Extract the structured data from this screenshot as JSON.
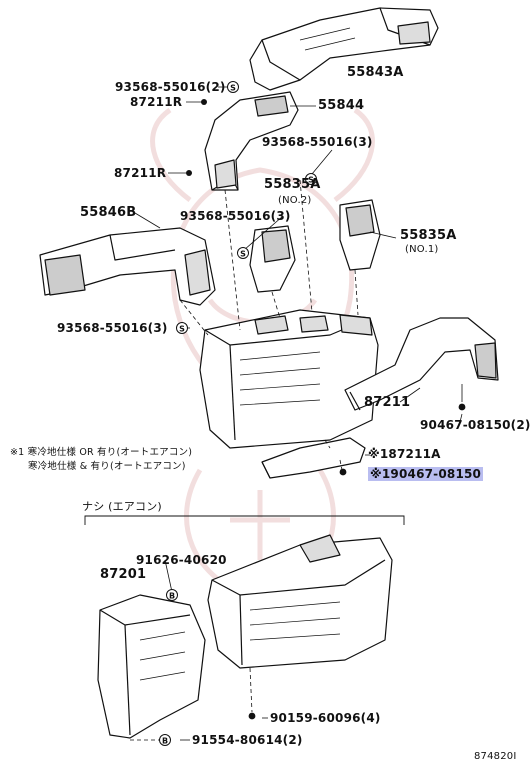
{
  "parts": {
    "p55843A": "55843A",
    "p93568_top": "93568-55016(2)",
    "p87211R_top": "87211R",
    "p55844": "55844",
    "p93568_mid": "93568-55016(3)",
    "p87211R_mid": "87211R",
    "p55835A_no2": "55835A",
    "no2": "(NO.2)",
    "p55846B": "55846B",
    "p93568_left": "93568-55016(3)",
    "p55835A_no1": "55835A",
    "no1": "(NO.1)",
    "p93568_bottom": "93568-55016(3)",
    "p87211": "87211",
    "p90467_right": "90467-08150(2)",
    "p87211A": "※187211A",
    "p90467_hl": "※190467-08150",
    "p91626": "91626-40620",
    "p87201": "87201",
    "p90159": "90159-60096(4)",
    "p91554": "91554-80614(2)"
  },
  "notes": {
    "line1": "※1 寒冷地仕様 OR 有り(オートエアコン)",
    "line2": "寒冷地仕様 & 有り(オートエアコン)",
    "section": "ナシ (エアコン)"
  },
  "diagram_code": "874820I",
  "icons": {
    "s": "S",
    "b": "B"
  },
  "colors": {
    "ink": "#111111",
    "highlight": "#b9bdf0",
    "watermark": "#e9c4c4"
  }
}
